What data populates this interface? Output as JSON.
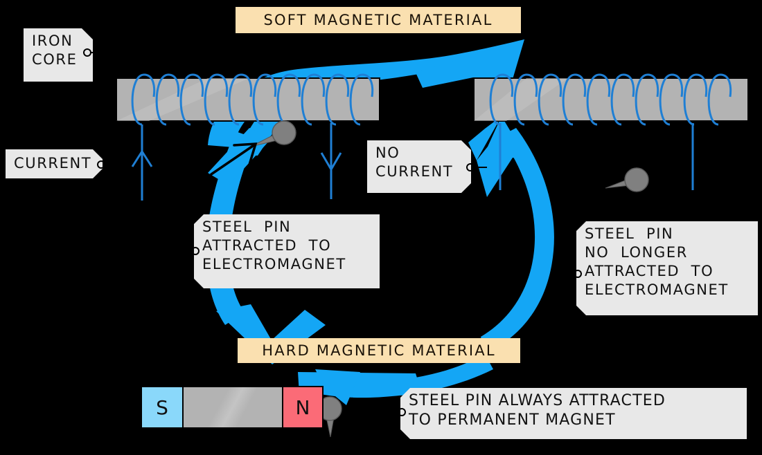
{
  "diagram": {
    "title": "Soft vs hard magnetic material cycle",
    "background_color": "#000000"
  },
  "banners": [
    {
      "id": "soft",
      "label": "SOFT  MAGNETIC  MATERIAL",
      "color": "#fae0b0"
    },
    {
      "id": "hard",
      "label": "HARD  MAGNETIC  MATERIAL",
      "color": "#fae0b0"
    }
  ],
  "labels": {
    "iron_core": "IRON\nCORE",
    "current": "CURRENT",
    "no_current": "NO\nCURRENT",
    "pin_attracted": "STEEL  PIN\nATTRACTED  TO\nELECTROMAGNET",
    "pin_not_attracted": "STEEL  PIN\nNO  LONGER\nATTRACTED  TO\nELECTROMAGNET",
    "pin_always_attracted": "STEEL PIN ALWAYS ATTRACTED\nTO PERMANENT MAGNET"
  },
  "magnet": {
    "south_label": "S",
    "north_label": "N",
    "south_color": "#8ad8fa",
    "north_color": "#fb6b77",
    "body_color": "#b3b3b3"
  },
  "colors": {
    "coil_wire": "#1f7fd4",
    "flow_arrow": "#14a6f5",
    "iron_bar": "#b3b3b3",
    "pin_head": "#808080",
    "tag_face": "#e8e8e8",
    "banner_face": "#fae0b0",
    "outline": "#000000"
  },
  "icons": {
    "pin": "steel-pin-icon",
    "coil": "solenoid-coil-icon",
    "current_arrow_up": "current-arrow-up-icon",
    "current_arrow_down": "current-arrow-down-icon",
    "attraction_arrow": "attraction-arrow-icon",
    "cycle_arrow": "cycle-arrow-icon"
  },
  "electromagnets": [
    {
      "id": "energised",
      "energised": true,
      "coil_turns": 10,
      "pin_attached": true
    },
    {
      "id": "de-energised",
      "energised": false,
      "coil_turns": 10,
      "pin_attached": false
    }
  ]
}
